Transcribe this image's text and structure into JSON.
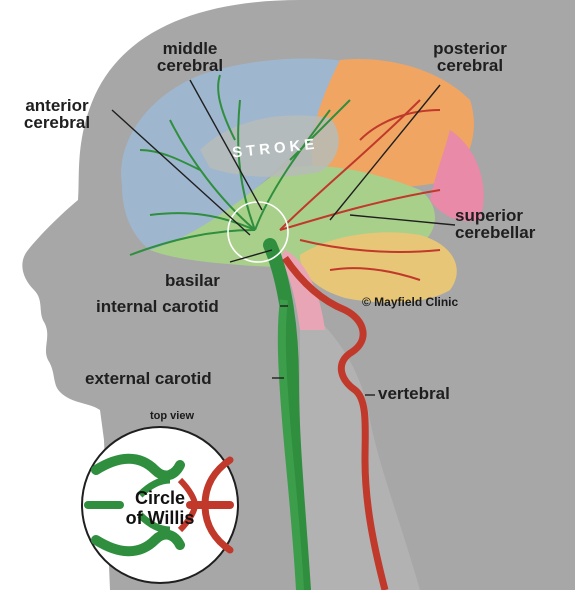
{
  "diagram": {
    "labels": {
      "middle_cerebral_1": "middle",
      "middle_cerebral_2": "cerebral",
      "posterior_cerebral_1": "posterior",
      "posterior_cerebral_2": "cerebral",
      "anterior_cerebral_1": "anterior",
      "anterior_cerebral_2": "cerebral",
      "superior_cerebellar_1": "superior",
      "superior_cerebellar_2": "cerebellar",
      "basilar": "basilar",
      "internal_carotid": "internal carotid",
      "external_carotid": "external carotid",
      "vertebral": "vertebral"
    },
    "stroke_text": "STROKE",
    "credit": "© Mayfield Clinic",
    "inset": {
      "caption": "top view",
      "title_line1": "Circle",
      "title_line2": "of Willis"
    },
    "colors": {
      "head_silhouette": "#a7a7a7",
      "brain_frontal_blue": "#9fb6cf",
      "brain_green": "#a9d08a",
      "brain_orange": "#f0a562",
      "brain_pink": "#e88aa8",
      "cerebellum_yellow": "#e8c677",
      "carotid_green": "#2f8f3e",
      "vertebral_red": "#c0392b"
    }
  }
}
